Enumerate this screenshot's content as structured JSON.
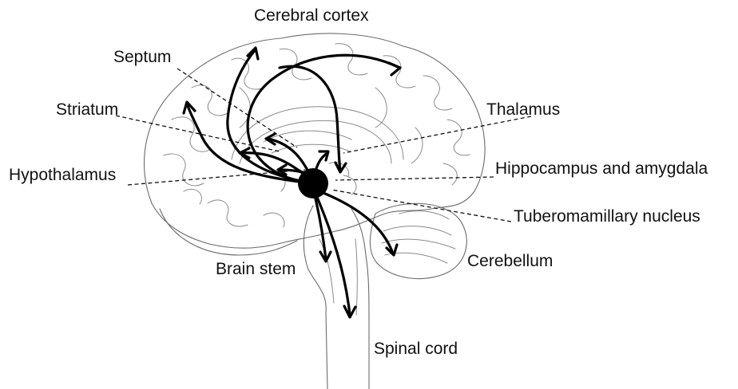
{
  "diagram": {
    "labels": {
      "cerebral_cortex": "Cerebral cortex",
      "septum": "Septum",
      "striatum": "Striatum",
      "thalamus": "Thalamus",
      "hypothalamus": "Hypothalamus",
      "hippocampus_amygdala": "Hippocampus and amygdala",
      "tuberomamillary_nucleus": "Tuberomamillary nucleus",
      "brain_stem": "Brain stem",
      "cerebellum": "Cerebellum",
      "spinal_cord": "Spinal cord"
    },
    "colors": {
      "outline": "#6b6b6b",
      "arrows": "#000000",
      "nucleus": "#000000",
      "text": "#111111"
    }
  }
}
